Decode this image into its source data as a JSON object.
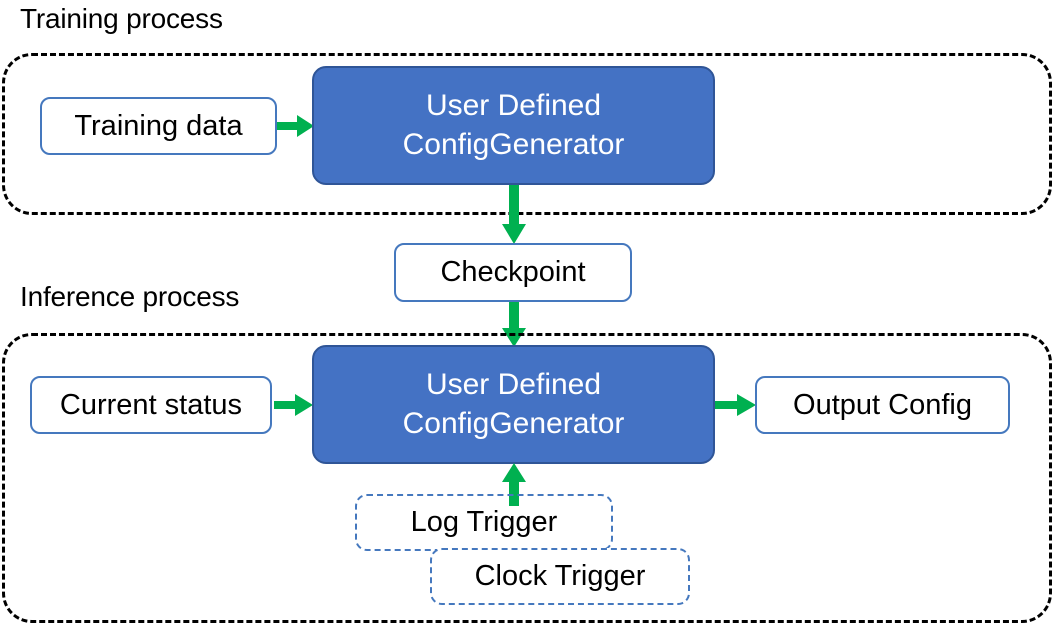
{
  "diagram": {
    "title_training": "Training process",
    "title_inference": "Inference process",
    "colors": {
      "blue_fill": "#4472C4",
      "blue_border": "#2F5597",
      "box_border": "#4578BE",
      "arrow_green": "#00B050",
      "container_dash": "#000000",
      "background": "#FFFFFF",
      "text_dark": "#000000",
      "text_light": "#FFFFFF"
    },
    "training": {
      "input_label": "Training data",
      "processor_line1": "User Defined",
      "processor_line2": "ConfigGenerator"
    },
    "checkpoint": {
      "label": "Checkpoint"
    },
    "inference": {
      "input_label": "Current status",
      "processor_line1": "User Defined",
      "processor_line2": "ConfigGenerator",
      "output_label": "Output Config",
      "trigger_log": "Log Trigger",
      "trigger_clock": "Clock Trigger"
    },
    "arrows": [
      {
        "name": "training-data-to-generator",
        "direction": "right"
      },
      {
        "name": "training-generator-to-checkpoint",
        "direction": "down"
      },
      {
        "name": "checkpoint-to-inference-generator",
        "direction": "down"
      },
      {
        "name": "current-status-to-generator",
        "direction": "right"
      },
      {
        "name": "generator-to-output-config",
        "direction": "right"
      },
      {
        "name": "triggers-to-generator",
        "direction": "up"
      }
    ]
  }
}
